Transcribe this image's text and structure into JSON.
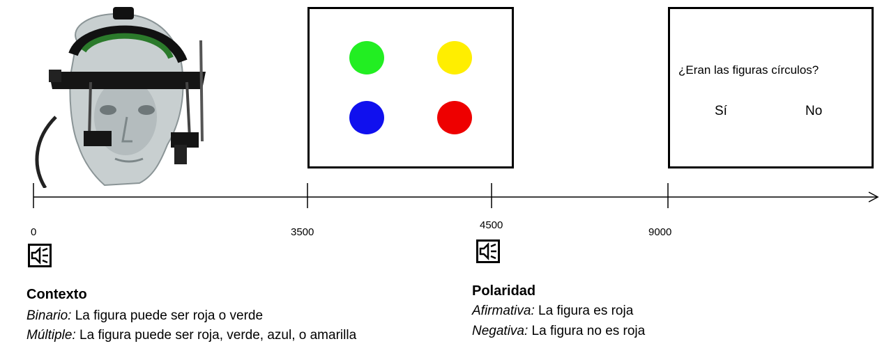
{
  "timeline": {
    "ticks": [
      "0",
      "3500",
      "4500",
      "9000"
    ]
  },
  "display_screen": {
    "circles": [
      {
        "name": "green-circle",
        "color": "#22ee22"
      },
      {
        "name": "yellow-circle",
        "color": "#ffee00"
      },
      {
        "name": "blue-circle",
        "color": "#1010ee"
      },
      {
        "name": "red-circle",
        "color": "#ee0000"
      }
    ]
  },
  "question_screen": {
    "question": "¿Eran las figuras círculos?",
    "yes": "Sí",
    "no": "No"
  },
  "context": {
    "title": "Contexto",
    "binary_label": "Binario:",
    "binary_text": " La figura puede ser roja o verde",
    "multiple_label": "Múltiple:",
    "multiple_text": " La figura puede ser roja, verde, azul, o amarilla"
  },
  "polarity": {
    "title": "Polaridad",
    "affirmative_label": "Afirmativa:",
    "affirmative_text": " La figura es roja",
    "negative_label": "Negativa:",
    "negative_text": " La figura no es roja"
  },
  "icons": {
    "speaker": "speaker-icon",
    "headset": "eye-tracker-headset-icon"
  }
}
